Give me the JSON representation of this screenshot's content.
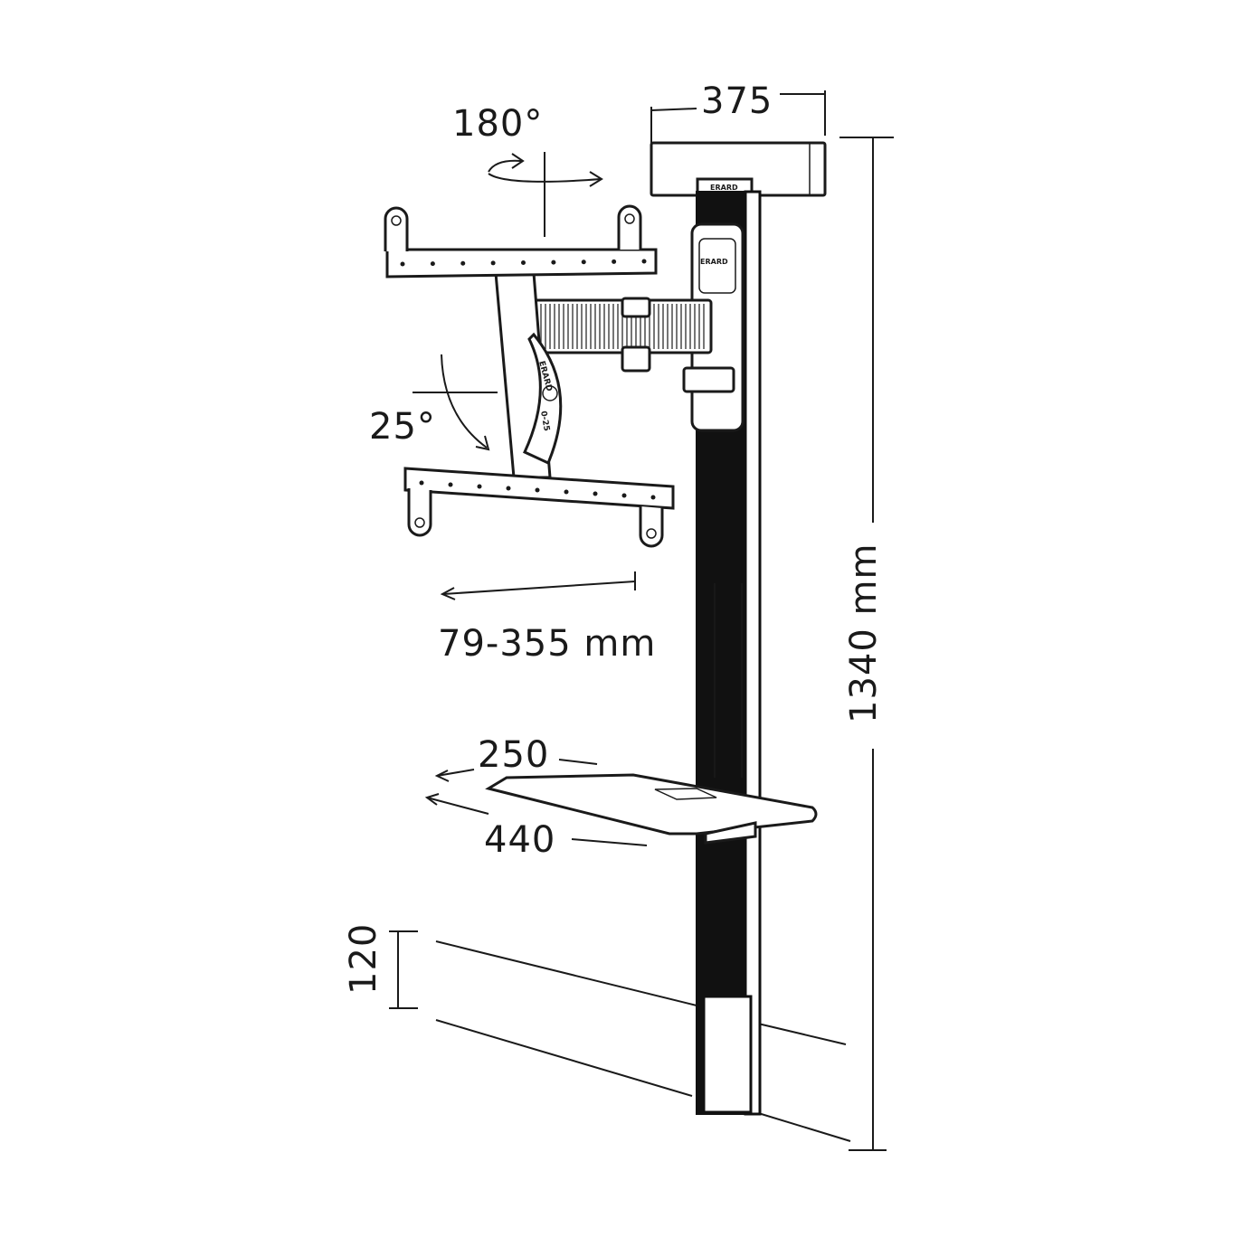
{
  "dimensions": {
    "top_width": "375",
    "rotation": "180°",
    "tilt": "25°",
    "extension": "79-355 mm",
    "shelf_depth": "250",
    "shelf_width": "440",
    "base_height": "120",
    "total_height": "1340 mm"
  },
  "brand_mark": "ERARD",
  "bracket_marks": [
    "ERARD",
    "0-25"
  ]
}
